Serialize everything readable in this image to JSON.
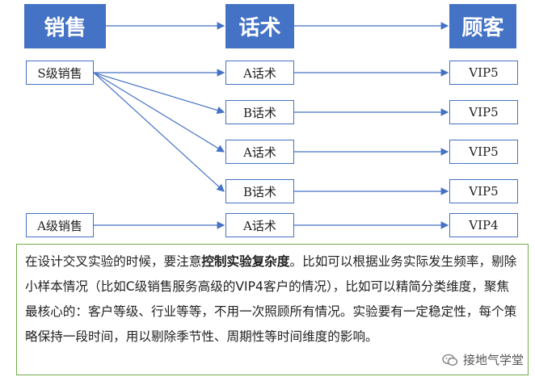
{
  "headers": {
    "sales": "销售",
    "script": "话术",
    "customer": "顾客"
  },
  "rows": [
    {
      "sales": "S级销售",
      "script": "A话术",
      "customer": "VIP5"
    },
    {
      "sales": "",
      "script": "B话术",
      "customer": "VIP5"
    },
    {
      "sales": "",
      "script": "A话术",
      "customer": "VIP5"
    },
    {
      "sales": "",
      "script": "B话术",
      "customer": "VIP5"
    },
    {
      "sales": "A级销售",
      "script": "A话术",
      "customer": "VIP4"
    }
  ],
  "note": {
    "before": "在设计交叉实验的时候，要注意",
    "bold": "控制实验复杂度",
    "after": "。比如可以根据业务实际发生频率，剔除小样本情况（比如C级销售服务高级的VIP4客户的情况），比如可以精简分类维度，聚焦最核心的：客户等级、行业等等，不用一次照顾所有情况。实验要有一定稳定性，每个策略保持一段时间，用以剔除季节性、周期性等时间维度的影响。"
  },
  "watermark": "接地气学堂",
  "colors": {
    "header": "#4472c4",
    "line": "#4472c4",
    "note_border": "#70ad47"
  }
}
